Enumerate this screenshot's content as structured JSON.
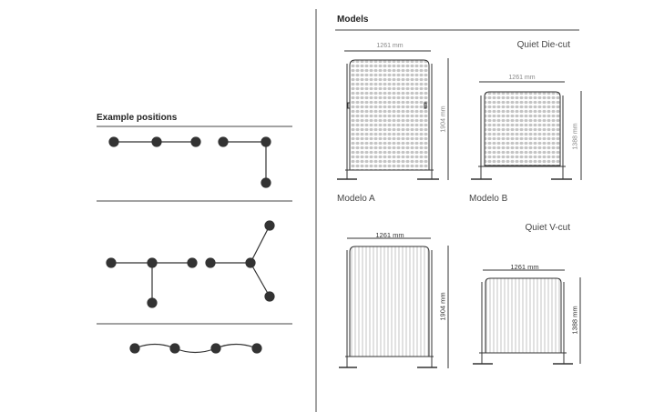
{
  "left": {
    "heading": "Example positions"
  },
  "right": {
    "heading": "Models",
    "die_cut": {
      "title": "Quiet Die-cut",
      "model_a": {
        "label": "Modelo A",
        "width": "1261 mm",
        "height": "1904 mm"
      },
      "model_b": {
        "label": "Modelo B",
        "width": "1261 mm",
        "height": "1388 mm"
      }
    },
    "v_cut": {
      "title": "Quiet V-cut",
      "model_a": {
        "width": "1261 mm",
        "height": "1904 mm"
      },
      "model_b": {
        "width": "1261 mm",
        "height": "1388 mm"
      }
    }
  },
  "colors": {
    "ink": "#333333",
    "pattern": "#bdbdbd"
  }
}
